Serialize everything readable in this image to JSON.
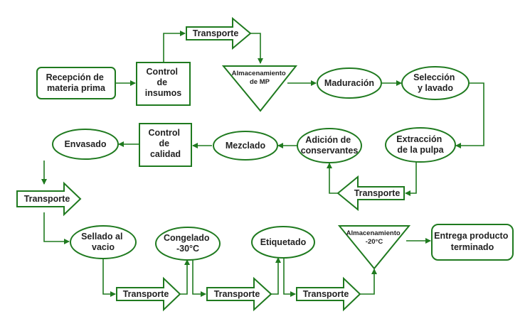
{
  "colors": {
    "stroke": "#1f7a1f",
    "text": "#222222",
    "background": "#ffffff"
  },
  "nodes": {
    "recepcion": [
      "Recepción de",
      "materia prima"
    ],
    "control_insumos": [
      "Control",
      "de",
      "insumos"
    ],
    "transporte_1": [
      "Transporte"
    ],
    "almacenamiento_mp": [
      "Almacenamiento",
      "de MP"
    ],
    "maduracion": [
      "Maduración"
    ],
    "seleccion": [
      "Selección",
      "y lavado"
    ],
    "extraccion": [
      "Extracción",
      "de la pulpa"
    ],
    "transporte_2": [
      "Transporte"
    ],
    "adicion": [
      "Adición de",
      "conservantes"
    ],
    "mezclado": [
      "Mezclado"
    ],
    "control_calidad": [
      "Control",
      "de",
      "calidad"
    ],
    "envasado": [
      "Envasado"
    ],
    "transporte_3": [
      "Transporte"
    ],
    "sellado": [
      "Sellado al",
      "vacio"
    ],
    "transporte_4": [
      "Transporte"
    ],
    "congelado": [
      "Congelado",
      "-30°C"
    ],
    "transporte_5": [
      "Transporte"
    ],
    "etiquetado": [
      "Etiquetado"
    ],
    "transporte_6": [
      "Transporte"
    ],
    "almacenamiento_20": [
      "Almacenamiento",
      "-20°C"
    ],
    "entrega": [
      "Entrega producto",
      "terminado"
    ]
  }
}
